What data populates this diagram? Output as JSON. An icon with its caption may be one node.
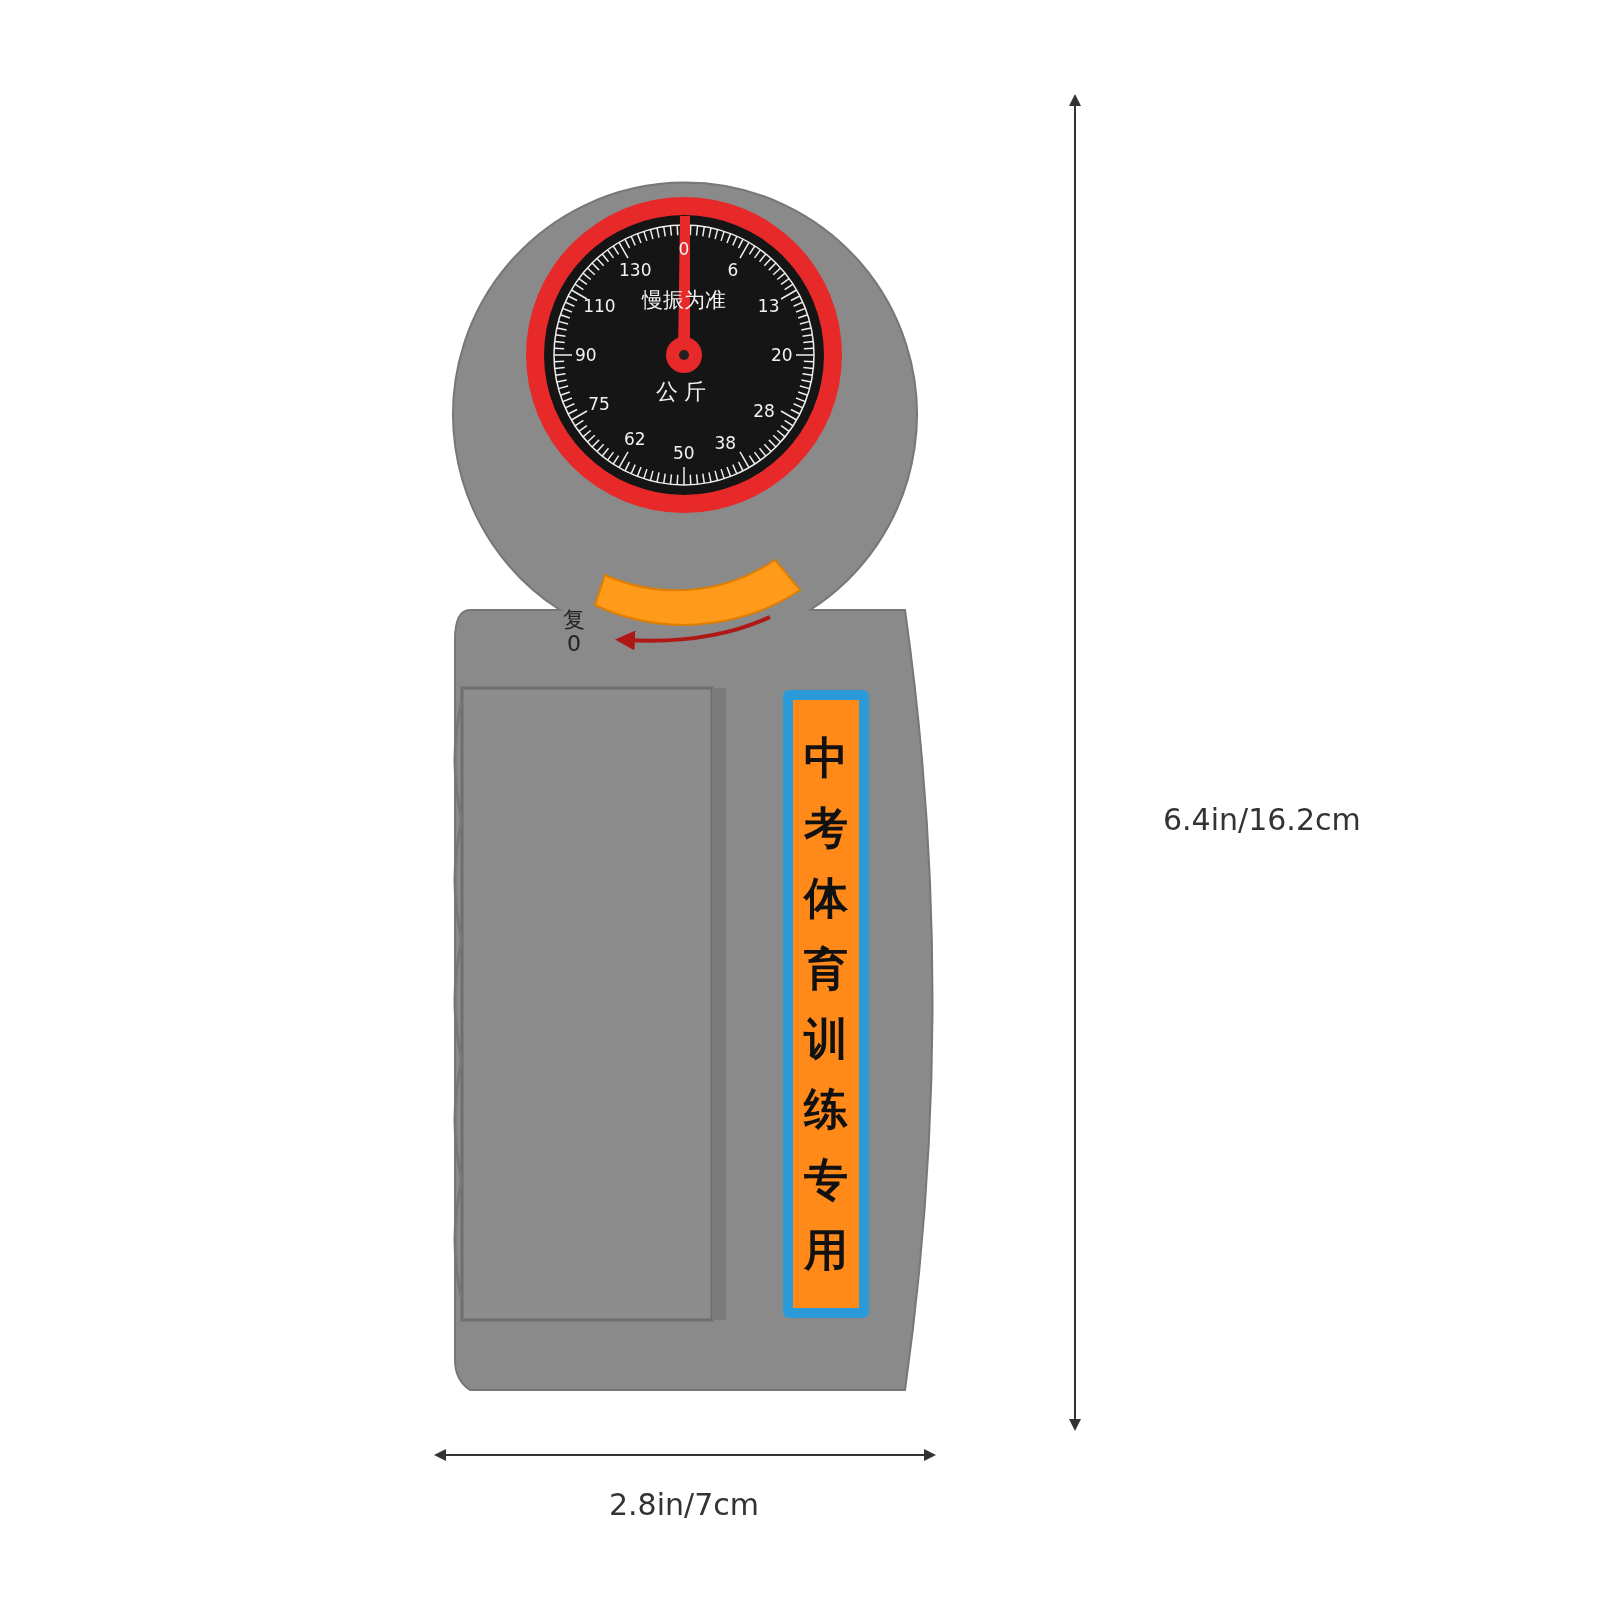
{
  "diagram": {
    "labels": [
      "0",
      "6",
      "13",
      "20",
      "28",
      "38",
      "50",
      "62",
      "75",
      "90",
      "110",
      "130",
      "慢振为准",
      "公斤",
      "复0",
      "中考体育训练专用",
      "6.4in/16.2cm",
      "2.8in/7cm"
    ]
  }
}
